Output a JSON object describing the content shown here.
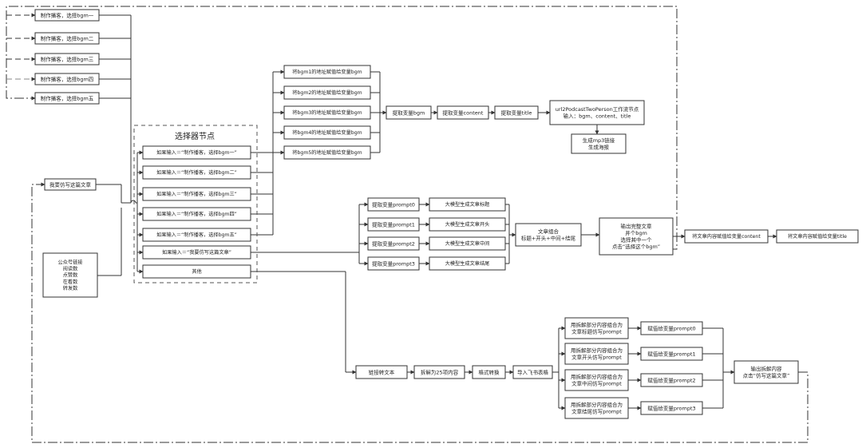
{
  "selector_title": "选择器节点",
  "options": [
    "制作播客，选择bgm一",
    "制作播客，选择bgm二",
    "制作播客，选择bgm三",
    "制作播客，选择bgm四",
    "制作播客，选择bgm五"
  ],
  "bgm_assign": [
    "将bgm1的地址赋值给变量bgm",
    "将bgm2的地址赋值给变量bgm",
    "将bgm3的地址赋值给变量bgm",
    "将bgm4的地址赋值给变量bgm",
    "将bgm5的地址赋值给变量bgm"
  ],
  "conditions": [
    "如果输入＝“制作播客，选择bgm一”",
    "如果输入＝“制作播客，选择bgm二”",
    "如果输入＝“制作播客，选择bgm三”",
    "如果输入＝“制作播客，选择bgm四”",
    "如果输入＝“制作播客，选择bgm五”",
    "如果输入＝“我要仿写这篇文章”",
    "其他"
  ],
  "chain": [
    "提取变量bgm",
    "提取变量content",
    "提取变量title"
  ],
  "workflow": [
    "url2PodcastTwoPerson工作流节点",
    "输入：bgm、content、title"
  ],
  "mp3": [
    "生成mp3链接",
    "生成海报"
  ],
  "imitate_input": "我要仿写这篇文章",
  "account_fields": [
    "公众号链接",
    "阅读数",
    "点赞数",
    "在看数",
    "转发数"
  ],
  "prompts": [
    "提取变量prompt0",
    "提取变量prompt1",
    "提取变量prompt2",
    "提取变量prompt3"
  ],
  "llm": [
    "大模型生成文章标题",
    "大模型生成文章开头",
    "大模型生成文章中间",
    "大模型生成文章结尾"
  ],
  "combine": [
    "文章组合",
    "标题+开头+中间+结尾"
  ],
  "output_article": [
    "输出完整文章",
    "并个bgm",
    "选择其中一个",
    "点击“选择这个bgm”"
  ],
  "assign_content": "将文章内容赋值给变量content",
  "assign_title": "将文章内容赋值给变量title",
  "bottom_chain": [
    "链接转文本",
    "拆解为25项内容",
    "格式转换",
    "导入飞书表格"
  ],
  "split_prompts": [
    [
      "用拆解部分内容组合为",
      "文章标题仿写prompt"
    ],
    [
      "用拆解部分内容组合为",
      "文章开头仿写prompt"
    ],
    [
      "用拆解部分内容组合为",
      "文章中间仿写prompt"
    ],
    [
      "用拆解部分内容组合为",
      "文章结尾仿写prompt"
    ]
  ],
  "assign_prompts": [
    "赋值给变量prompt0",
    "赋值给变量prompt1",
    "赋值给变量prompt2",
    "赋值给变量prompt3"
  ],
  "output_split": [
    "输出拆解内容",
    "点击“仿写这篇文章”"
  ]
}
